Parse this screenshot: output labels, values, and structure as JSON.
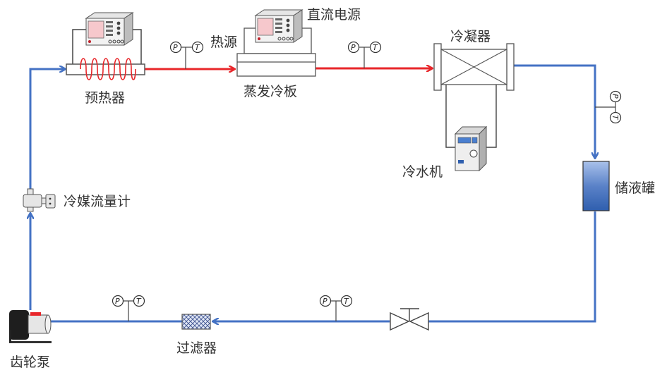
{
  "diagram": {
    "type": "refrigerant-loop-schematic",
    "colors": {
      "hot_line": "#e8262a",
      "cold_line": "#4472c4",
      "wire": "#444444",
      "coil": "#e8262a",
      "tank_top": "#a9c1ea",
      "tank_bottom": "#2f5fae",
      "background": "#ffffff"
    },
    "labels": {
      "preheater": "预热器",
      "dc_power": "直流电源",
      "heat_source": "热源",
      "evaporator_plate": "蒸发冷板",
      "condenser": "冷凝器",
      "chiller": "冷水机",
      "receiver_tank": "储液罐",
      "flowmeter": "冷媒流量计",
      "gear_pump": "齿轮泵",
      "filter": "过滤器"
    },
    "gauge_symbols": {
      "pressure": "P",
      "temperature": "T"
    },
    "components": [
      {
        "id": "preheater",
        "label": "预热器",
        "icon": "heater-coil-icon"
      },
      {
        "id": "dc_power_supply_1",
        "label": "",
        "icon": "power-supply-icon"
      },
      {
        "id": "evaporator_plate",
        "label": "蒸发冷板",
        "icon": "cold-plate-icon"
      },
      {
        "id": "dc_power_supply_2",
        "label": "直流电源",
        "icon": "power-supply-icon"
      },
      {
        "id": "heat_source",
        "label": "热源",
        "icon": "heat-block-icon"
      },
      {
        "id": "condenser",
        "label": "冷凝器",
        "icon": "heat-exchanger-icon"
      },
      {
        "id": "chiller",
        "label": "冷水机",
        "icon": "chiller-icon"
      },
      {
        "id": "receiver_tank",
        "label": "储液罐",
        "icon": "tank-icon"
      },
      {
        "id": "expansion_valve",
        "label": "",
        "icon": "valve-icon"
      },
      {
        "id": "filter",
        "label": "过滤器",
        "icon": "filter-icon"
      },
      {
        "id": "gear_pump",
        "label": "齿轮泵",
        "icon": "pump-icon"
      },
      {
        "id": "flowmeter",
        "label": "冷媒流量计",
        "icon": "flowmeter-icon"
      }
    ],
    "flow_sequence": [
      "齿轮泵",
      "冷媒流量计",
      "预热器",
      "蒸发冷板",
      "冷凝器",
      "储液罐",
      "valve",
      "过滤器",
      "齿轮泵"
    ],
    "measurement_points": [
      {
        "location": "between preheater and evaporator",
        "sensors": [
          "P",
          "T"
        ]
      },
      {
        "location": "after evaporator",
        "sensors": [
          "P",
          "T"
        ]
      },
      {
        "location": "after condenser",
        "sensors": [
          "P",
          "T"
        ]
      },
      {
        "location": "before valve",
        "sensors": [
          "P",
          "T"
        ]
      },
      {
        "location": "between filter and pump",
        "sensors": [
          "P",
          "T"
        ]
      }
    ]
  }
}
